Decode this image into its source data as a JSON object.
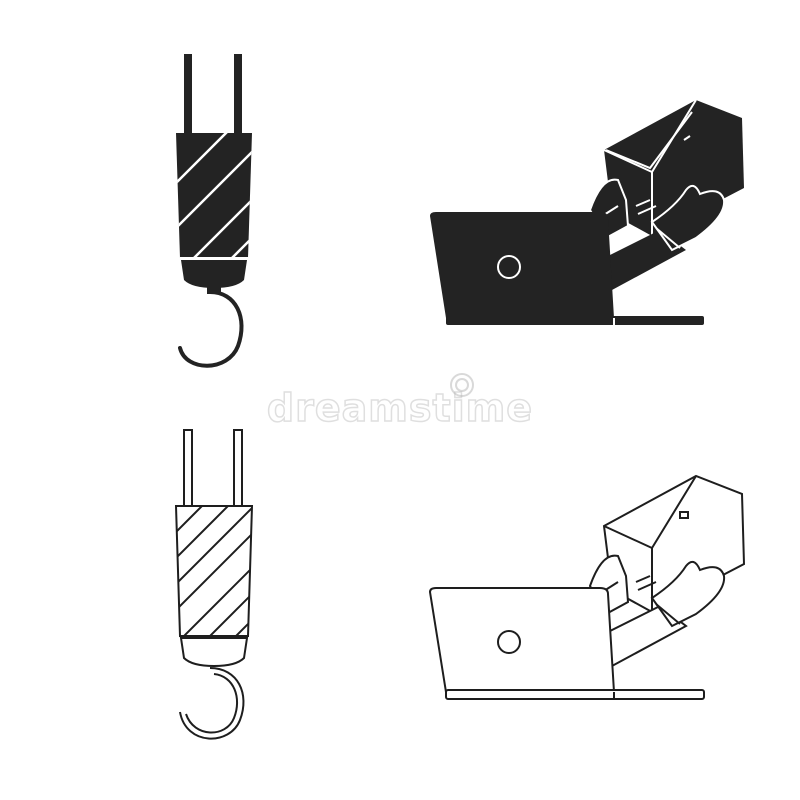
{
  "watermark": {
    "text": "dreamstime"
  },
  "icons": [
    {
      "name": "crane-hook-icon",
      "style": "solid"
    },
    {
      "name": "laptop-delivery-icon",
      "style": "solid"
    },
    {
      "name": "crane-hook-icon",
      "style": "outline"
    },
    {
      "name": "laptop-delivery-icon",
      "style": "outline"
    }
  ],
  "colors": {
    "fill": "#232323",
    "stroke": "#1e1e1e",
    "background": "#ffffff",
    "watermark": "#b9b9b9"
  }
}
